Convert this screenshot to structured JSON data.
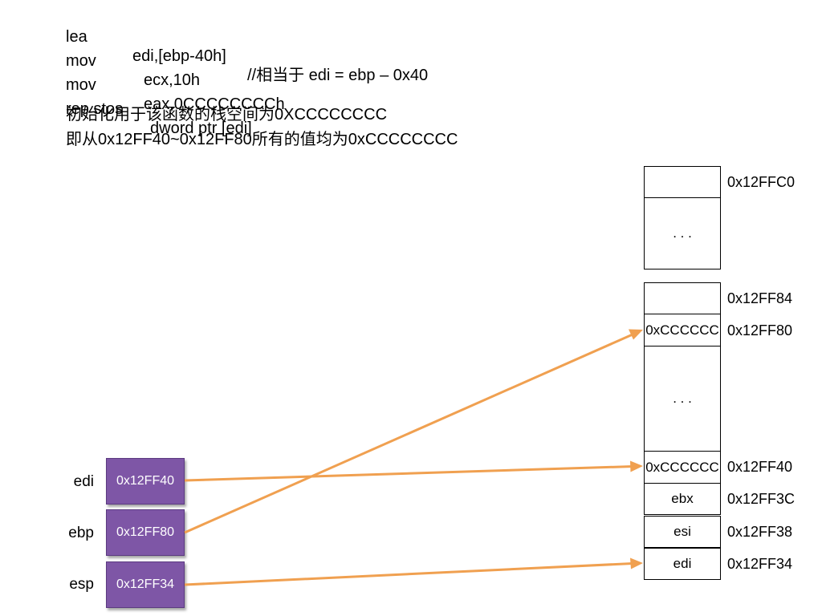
{
  "code": [
    {
      "op": "lea",
      "args": "edi,[ebp-40h]",
      "comment": "//相当于 edi = ebp – 0x40"
    },
    {
      "op": "mov",
      "args": "ecx,10h",
      "comment": ""
    },
    {
      "op": "mov",
      "args": "eax,0CCCCCCCCh",
      "comment": ""
    },
    {
      "op": "rep stos",
      "args": "dword ptr [edi]",
      "comment": ""
    }
  ],
  "notes": [
    "初始化用于该函数的栈空间为0XCCCCCCCC",
    "即从0x12FF40~0x12FF80所有的值均为0xCCCCCCCC"
  ],
  "stack_top": [
    {
      "value": "",
      "address": "0x12FFC0"
    },
    {
      "value": ". . .",
      "address": ""
    }
  ],
  "stack": [
    {
      "value": "",
      "address": "0x12FF84"
    },
    {
      "value": "0xCCCCCC",
      "address": "0x12FF80"
    },
    {
      "value": ". . .",
      "address": ""
    },
    {
      "value": "0xCCCCCC",
      "address": "0x12FF40"
    },
    {
      "value": "ebx",
      "address": "0x12FF3C"
    },
    {
      "value": "esi",
      "address": "0x12FF38"
    },
    {
      "value": "edi",
      "address": "0x12FF34"
    }
  ],
  "registers": [
    {
      "name": "edi",
      "value": "0x12FF40",
      "points_to": "0x12FF40"
    },
    {
      "name": "ebp",
      "value": "0x12FF80",
      "points_to": "0x12FF80"
    },
    {
      "name": "esp",
      "value": "0x12FF34",
      "points_to": "0x12FF34"
    }
  ],
  "colors": {
    "register_fill": "#7e56a6",
    "arrow": "#f0a050"
  }
}
